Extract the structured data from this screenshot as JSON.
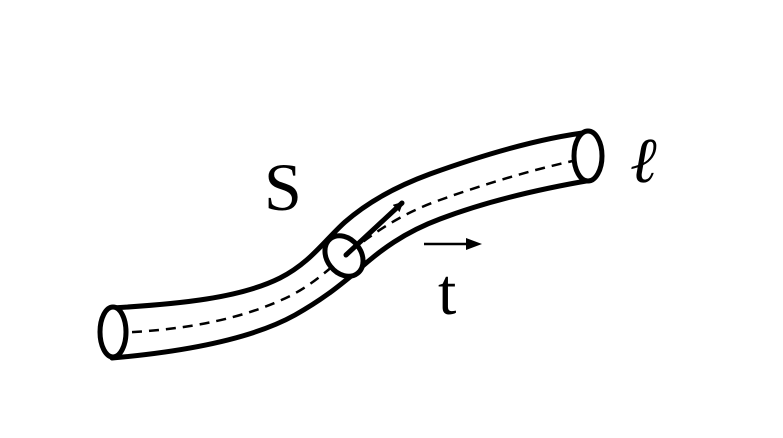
{
  "labels": {
    "surface": "S",
    "curve": "ℓ",
    "tangent": "t"
  },
  "colors": {
    "ink": "#000000",
    "background": "#ffffff"
  }
}
